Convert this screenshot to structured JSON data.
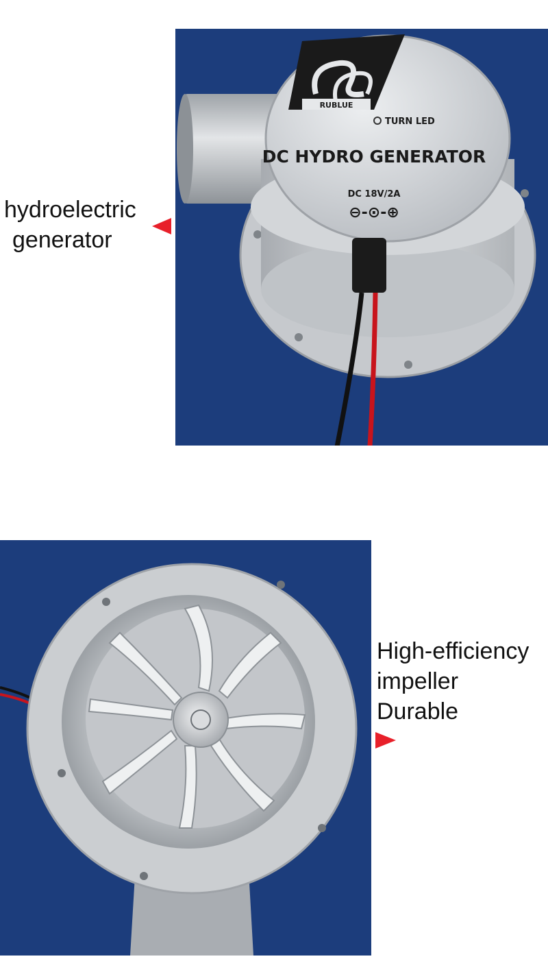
{
  "captions": {
    "top": [
      "hydroelectric",
      "generator"
    ],
    "bottom": [
      "High-efficiency",
      "impeller",
      "Durable"
    ]
  },
  "product": {
    "brand": "RUBLUE",
    "indicator_label": "TURN LED",
    "title": "DC HYDRO GENERATOR",
    "rating": "DC 18V/2A",
    "polarity": "⊖-⊙-⊕"
  },
  "colors": {
    "panel_background": "#1c3d7c",
    "pointer": "#e8202a",
    "metal": "#c9ccd0",
    "wire_red": "#c8141c",
    "wire_black": "#111111"
  },
  "icons": [
    "logo-icon",
    "led-icon",
    "pointer-left-icon",
    "pointer-right-icon"
  ]
}
